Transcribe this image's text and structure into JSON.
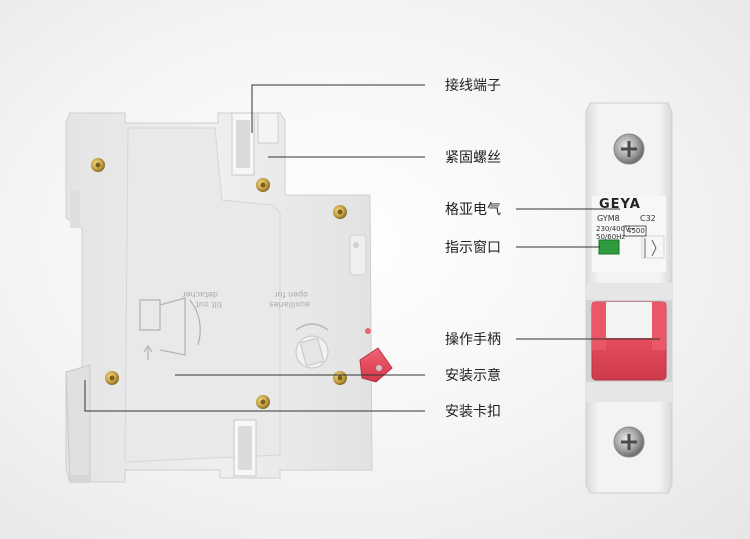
{
  "callouts": [
    {
      "id": "terminal",
      "label": "接线端子"
    },
    {
      "id": "screw",
      "label": "紧固螺丝"
    },
    {
      "id": "logo",
      "label": "格亚电气"
    },
    {
      "id": "window",
      "label": "指示窗口"
    },
    {
      "id": "handle",
      "label": "操作手柄"
    },
    {
      "id": "mount-hint",
      "label": "安装示意"
    },
    {
      "id": "clip",
      "label": "安装卡扣"
    }
  ],
  "front_panel": {
    "brand": "GEYA",
    "model": "GYM8",
    "rating": "C32",
    "voltage": "230/400V~",
    "breaking": "4500",
    "frequency": "50/60Hz"
  },
  "side_panel": {
    "text_detacher": "detacher",
    "text_tilt_out": "tilt out",
    "text_open_for": "open for",
    "text_auxiliaries": "auxiliaries"
  },
  "colors": {
    "housing": "#ececec",
    "handle": "#e84a5a",
    "indicator": "#2e9c3e",
    "screw": "#c9a64a"
  }
}
